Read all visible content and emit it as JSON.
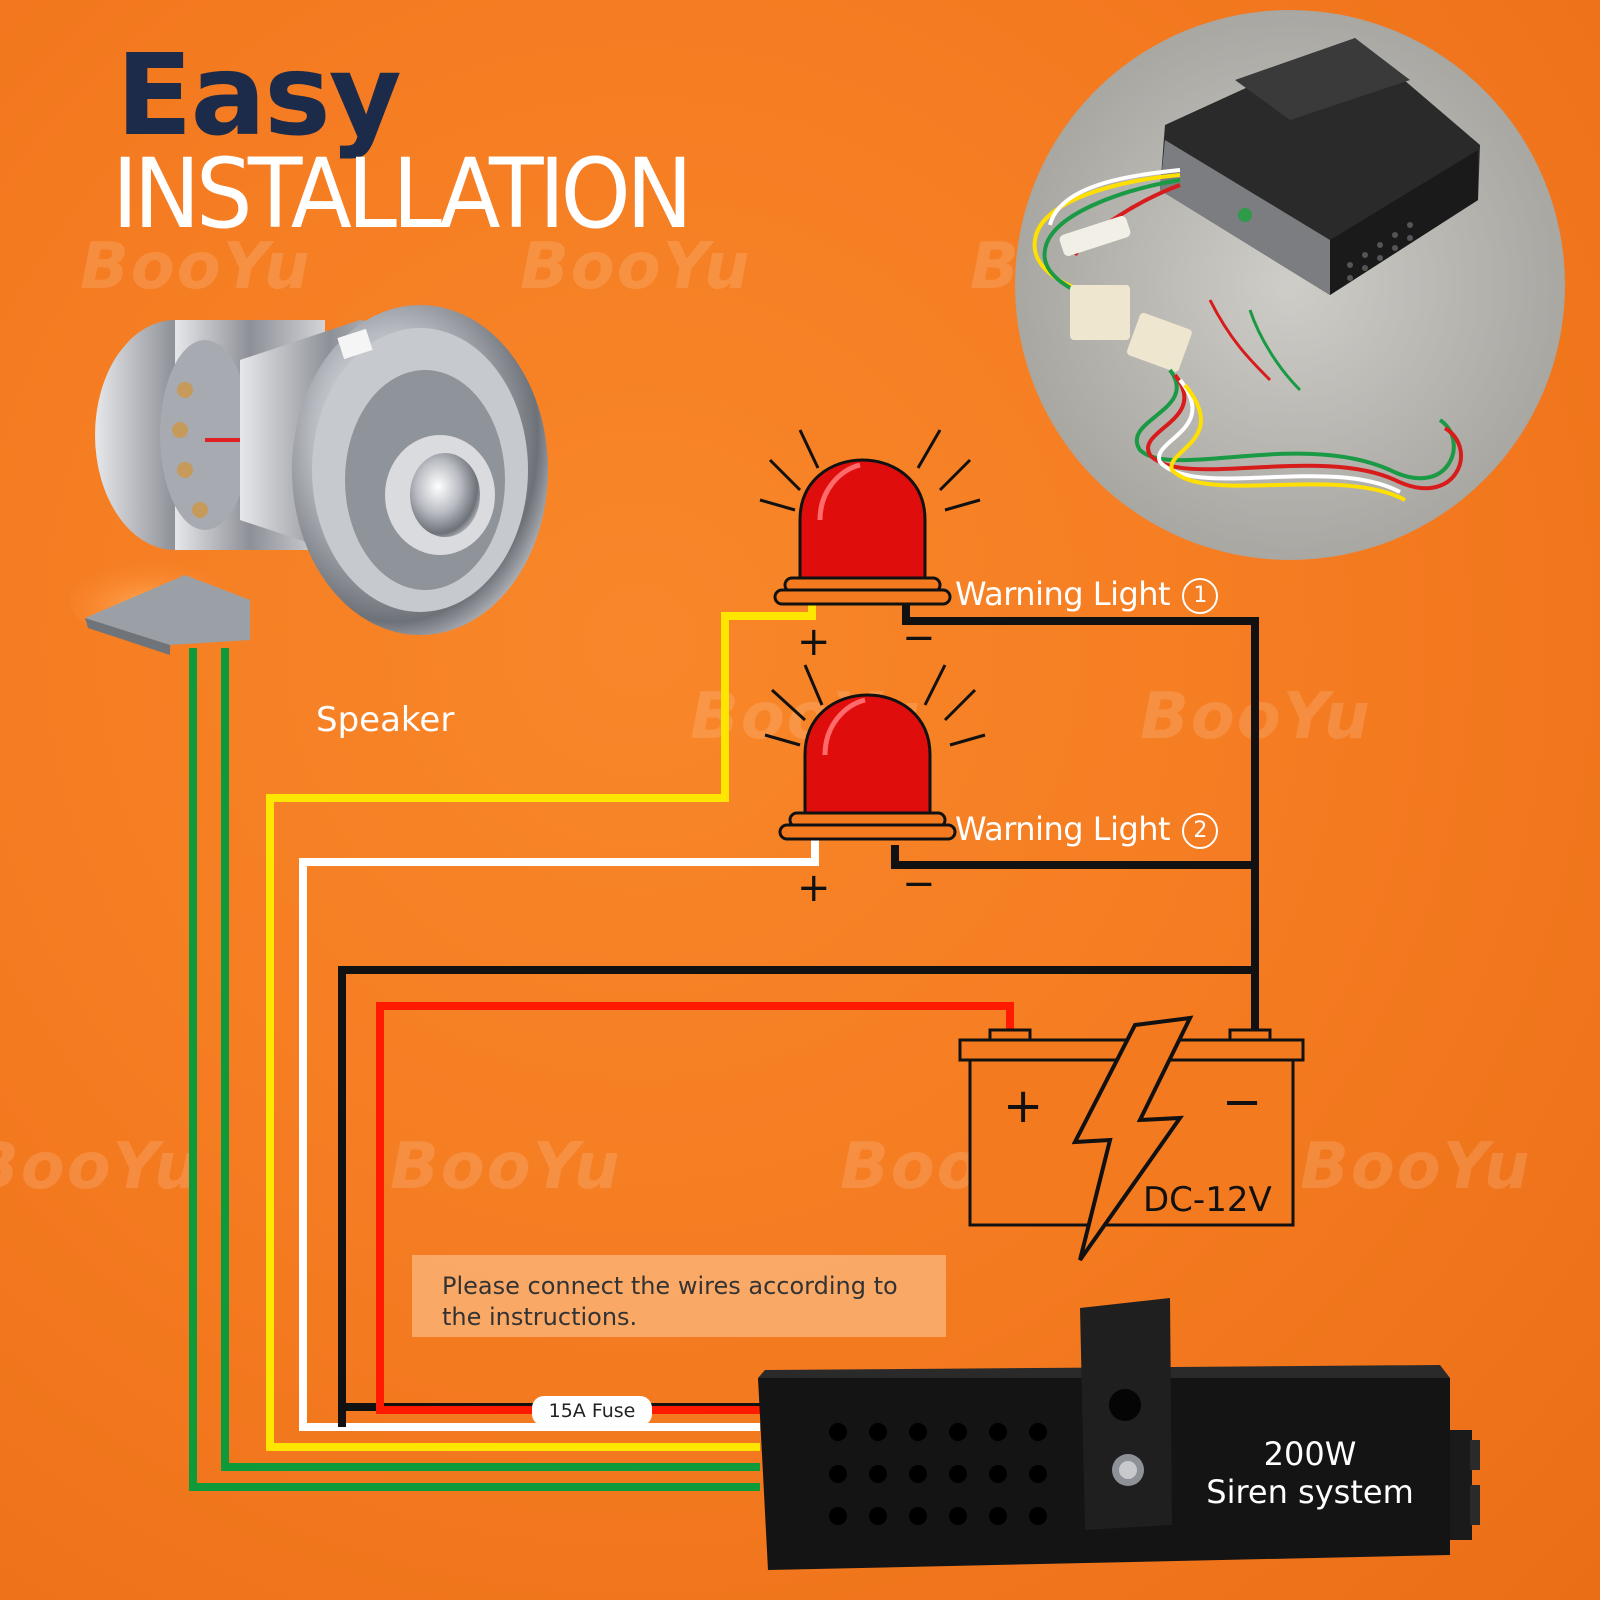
{
  "header": {
    "title_line1": "Easy",
    "title_line2": "INSTALLATION"
  },
  "watermark": "BooYu",
  "labels": {
    "speaker": "Speaker",
    "warning_light_1": "Warning Light",
    "warning_light_2": "Warning Light",
    "circle_1": "1",
    "circle_2": "2",
    "plus": "+",
    "minus": "−",
    "battery_voltage": "DC-12V",
    "fuse": "15A Fuse",
    "siren_line1": "200W",
    "siren_line2": "Siren system"
  },
  "note": "Please connect the wires according to the instructions.",
  "colors": {
    "background": "#f47a20",
    "title_dark": "#1c2b4a",
    "wire_green": "#0e9a3a",
    "wire_yellow": "#ffe600",
    "wire_white": "#ffffff",
    "wire_red": "#ff1a00",
    "wire_black": "#111111",
    "beacon_red": "#e00d0d"
  }
}
